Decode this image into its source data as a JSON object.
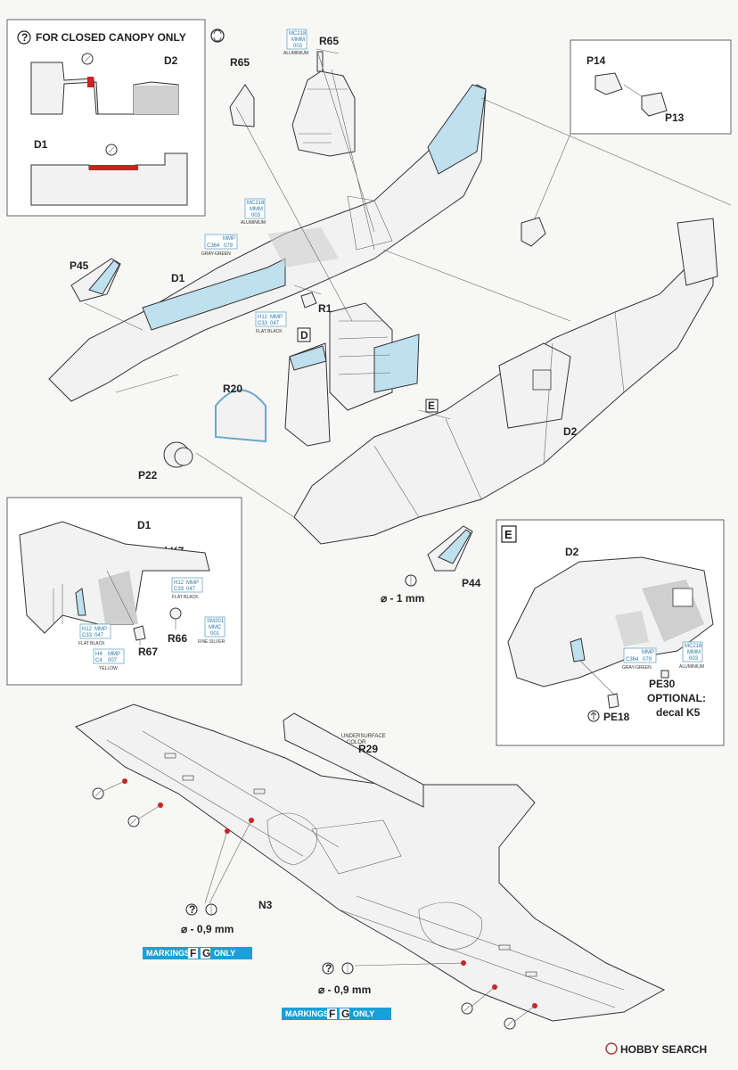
{
  "closed_canopy": {
    "note": "FOR CLOSED CANOPY ONLY",
    "icon": "question-circle-icon",
    "parts": [
      "D2",
      "D1"
    ]
  },
  "reverse_icon": "rotate-arrows-icon",
  "parts": {
    "r65_left": "R65",
    "r65_top": "R65",
    "p14": "P14",
    "p13": "P13",
    "p45": "P45",
    "d1": "D1",
    "r1": "R1",
    "r20": "R20",
    "d2": "D2",
    "p22": "P22",
    "p44": "P44",
    "r29": "R29",
    "n3": "N3"
  },
  "paints": {
    "mc218_top": {
      "codes": [
        "MC218",
        "MMM",
        "003"
      ],
      "name": "ALUMINIUM"
    },
    "mc218_mid": {
      "codes": [
        "MC218",
        "MMM",
        "003"
      ],
      "name": "ALUMINIUM"
    },
    "c364": {
      "codes": [
        "MMP",
        "C364",
        "079"
      ],
      "name": "GRAY-GREEN"
    },
    "h12": {
      "codes": [
        "H12",
        "MMP",
        "C33",
        "047"
      ],
      "name": "FLAT BLACK"
    },
    "underside": {
      "codes": [
        "UNDERSURFACE",
        "COLOR"
      ]
    }
  },
  "callouts": {
    "d": "D",
    "e": "E"
  },
  "detail_d1": {
    "part": "D1",
    "decal": "decal K7",
    "r66": "R66",
    "r67": "R67",
    "paint_h12_a": {
      "codes": [
        "H12",
        "MMP",
        "C33",
        "047"
      ],
      "name": "FLAT BLACK"
    },
    "paint_sm201": {
      "codes": [
        "SM201",
        "MMC",
        "001"
      ],
      "name": "FINE SILVER"
    },
    "paint_h12_b": {
      "codes": [
        "H12",
        "MMP",
        "C33",
        "047"
      ],
      "name": "FLAT BLACK"
    },
    "paint_h4": {
      "codes": [
        "H4",
        "MMP",
        "C4",
        "007"
      ],
      "name": "YELLOW"
    }
  },
  "drill_top": {
    "text": "⌀ - 1 mm"
  },
  "detail_e": {
    "label": "E",
    "part": "D2",
    "pe30": "PE30",
    "optional": "OPTIONAL:",
    "decal": "decal K5",
    "pe18": "PE18",
    "paint_c364": {
      "codes": [
        "MMP",
        "C364",
        "079"
      ],
      "name": "GRAY-GREEN"
    },
    "paint_mc218": {
      "codes": [
        "MC218",
        "MMM",
        "003"
      ],
      "name": "ALUMINIUM"
    }
  },
  "drill_left": {
    "text": "⌀ - 0,9  mm"
  },
  "drill_right": {
    "text": "⌀ - 0,9  mm"
  },
  "markings_left": {
    "prefix": "MARKINGS",
    "a": "F",
    "b": "G",
    "suffix": "ONLY"
  },
  "markings_right": {
    "prefix": "MARKINGS",
    "a": "F",
    "b": "G",
    "suffix": "ONLY"
  },
  "watermark": "HOBBY SEARCH",
  "colors": {
    "part_blue": "#bfe0ee",
    "accent_red": "#d02020",
    "markings_blue": "#1aa0d8",
    "paint_blue": "#2a7aa6"
  }
}
